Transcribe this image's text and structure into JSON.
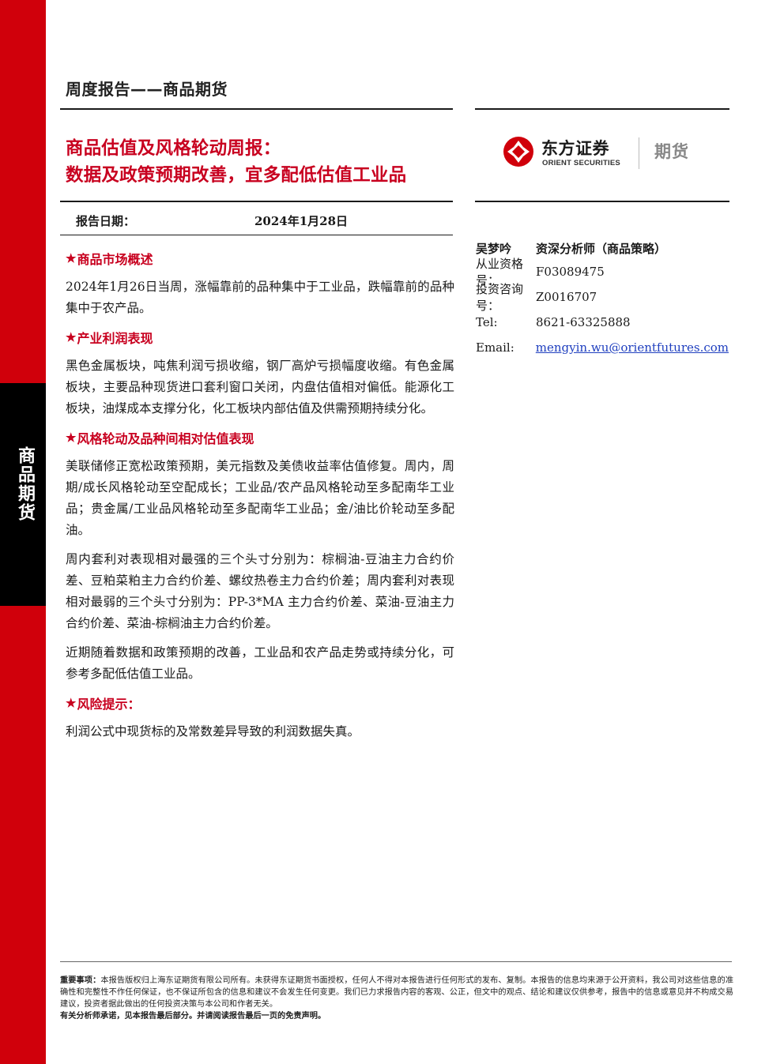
{
  "side_tab": "商品期货",
  "header": {
    "report_type": "周度报告——商品期货",
    "title_line1": "商品估值及风格轮动周报：",
    "title_line2": "数据及政策预期改善，宜多配低估值工业品"
  },
  "logo": {
    "cn_name": "东方证券",
    "en_name": "ORIENT SECURITIES",
    "division": "期货",
    "icon": "orient-logo-icon",
    "color": "#d0000b"
  },
  "report_date": {
    "label": "报告日期：",
    "value": "2024年1月28日"
  },
  "analyst": {
    "name": "吴梦吟",
    "title": "资深分析师（商品策略）",
    "license_label": "从业资格号：",
    "license": "F03089475",
    "advisory_label": "投资咨询号：",
    "advisory": "Z0016707",
    "tel_label": "Tel:",
    "tel": "8621-63325888",
    "email_label": "Email:",
    "email": "mengyin.wu@orientfutures.com"
  },
  "sections": [
    {
      "title": "商品市场概述",
      "paragraphs": [
        "2024年1月26日当周，涨幅靠前的品种集中于工业品，跌幅靠前的品种集中于农产品。"
      ]
    },
    {
      "title": "产业利润表现",
      "paragraphs": [
        "黑色金属板块，吨焦利润亏损收缩，钢厂高炉亏损幅度收缩。有色金属板块，主要品种现货进口套利窗口关闭，内盘估值相对偏低。能源化工板块，油煤成本支撑分化，化工板块内部估值及供需预期持续分化。"
      ]
    },
    {
      "title": "风格轮动及品种间相对估值表现",
      "paragraphs": [
        "美联储修正宽松政策预期，美元指数及美债收益率估值修复。周内，周期/成长风格轮动至空配成长；工业品/农产品风格轮动至多配南华工业品；贵金属/工业品风格轮动至多配南华工业品；金/油比价轮动至多配油。",
        "周内套利对表现相对最强的三个头寸分别为：棕榈油-豆油主力合约价差、豆粕菜粕主力合约价差、螺纹热卷主力合约价差；周内套利对表现相对最弱的三个头寸分别为：PP-3*MA 主力合约价差、菜油-豆油主力合约价差、菜油-棕榈油主力合约价差。",
        "近期随着数据和政策预期的改善，工业品和农产品走势或持续分化，可参考多配低估值工业品。"
      ]
    },
    {
      "title": "风险提示：",
      "paragraphs": [
        "利润公式中现货标的及常数差异导致的利润数据失真。"
      ]
    }
  ],
  "disclaimer": {
    "label": "重要事项：",
    "text": "本报告版权归上海东证期货有限公司所有。未获得东证期货书面授权，任何人不得对本报告进行任何形式的发布、复制。本报告的信息均来源于公开资料，我公司对这些信息的准确性和完整性不作任何保证，也不保证所包含的信息和建议不会发生任何变更。我们已力求报告内容的客观、公正，但文中的观点、结论和建议仅供参考，报告中的信息或意见并不构成交易建议，投资者据此做出的任何投资决策与本公司和作者无关。",
    "bold_line": "有关分析师承诺，见本报告最后部分。并请阅读报告最后一页的免责声明。"
  }
}
